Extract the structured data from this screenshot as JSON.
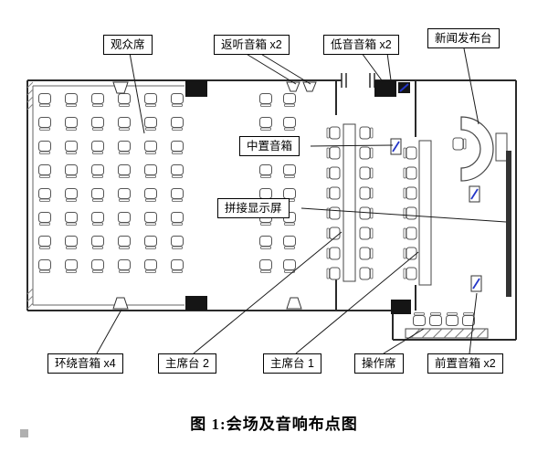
{
  "figure": {
    "caption": "图 1:会场及音响布点图"
  },
  "labels": {
    "audience": "观众席",
    "monitor_speakers": "返听音箱 x2",
    "subwoofers": "低音音箱 x2",
    "press_podium": "新闻发布台",
    "center_speaker": "中置音箱",
    "video_wall": "拼接显示屏",
    "surround_speakers": "环绕音箱 x4",
    "rostrum_2": "主席台 2",
    "rostrum_1": "主席台 1",
    "operator_seat": "操作席",
    "front_speakers": "前置音箱 x2"
  },
  "colors": {
    "wall": "#2a2a2a",
    "accent_blue": "#2436c8",
    "label_border": "#000000",
    "background": "#ffffff"
  }
}
